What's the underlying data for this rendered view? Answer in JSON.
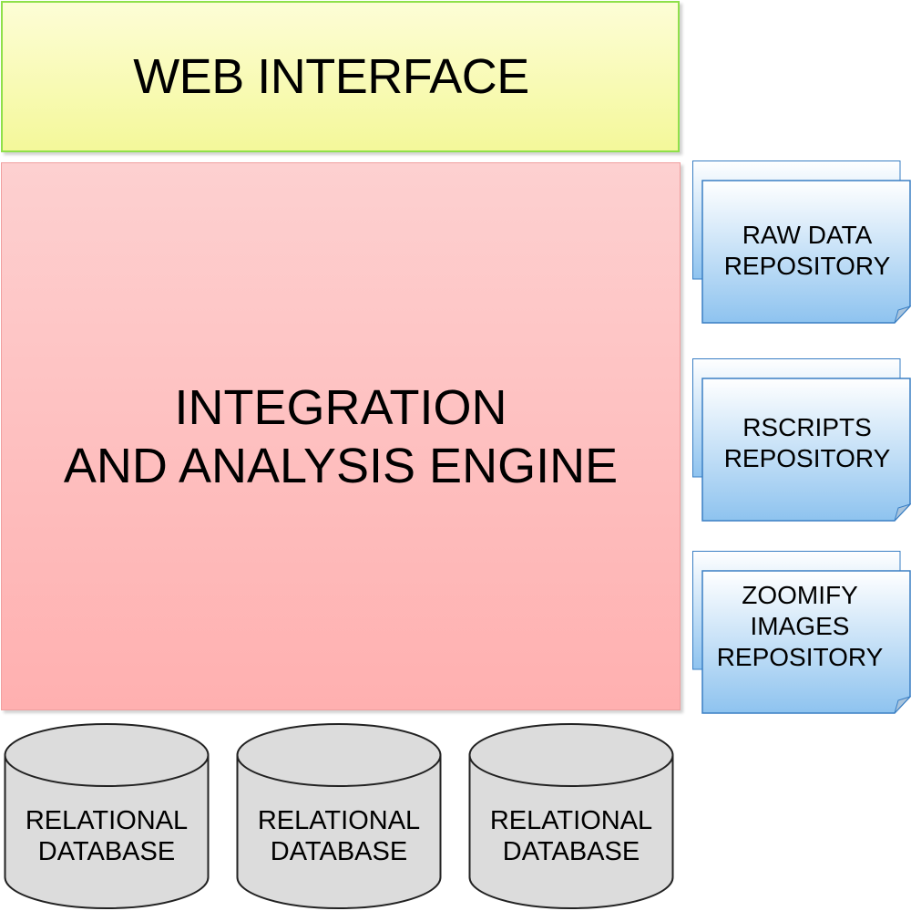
{
  "web_interface": {
    "label": "WEB INTERFACE"
  },
  "engine": {
    "line1": "INTEGRATION",
    "line2": "AND ANALYSIS ENGINE"
  },
  "repositories": [
    {
      "lines": [
        "RAW DATA",
        "REPOSITORY"
      ]
    },
    {
      "lines": [
        "RSCRIPTS",
        "REPOSITORY"
      ]
    },
    {
      "lines": [
        "ZOOMIFY",
        "IMAGES",
        "REPOSITORY"
      ]
    }
  ],
  "databases": [
    {
      "line1": "RELATIONAL",
      "line2": "DATABASE"
    },
    {
      "line1": "RELATIONAL",
      "line2": "DATABASE"
    },
    {
      "line1": "RELATIONAL",
      "line2": "DATABASE"
    }
  ],
  "colors": {
    "web_fill": "#f4f89a",
    "web_border": "#8fe04a",
    "engine_fill": "#ffb0b0",
    "repo_fill": "#8ec3ef",
    "repo_border": "#3a7fc4",
    "db_fill": "#dcdcdc"
  }
}
